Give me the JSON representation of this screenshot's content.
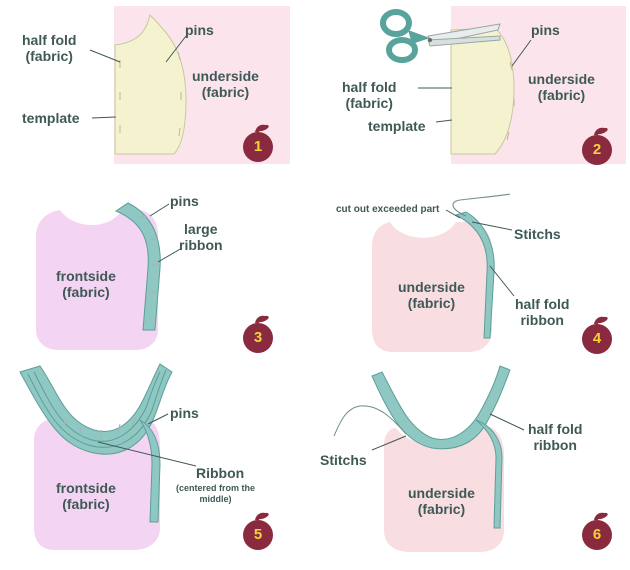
{
  "colors": {
    "label_text": "#3f5956",
    "pink_panel": "#fbe4ec",
    "template_fill": "#f5f3cf",
    "template_stroke": "#c9c7a0",
    "frontside_fill": "#f4d4f3",
    "underside_fill": "#f8dde1",
    "ribbon": "#8fc7c3",
    "ribbon_edge": "#5d9e99",
    "badge": "#8a2a3e",
    "badge_number": "#f6d23a"
  },
  "steps": [
    {
      "number": "1",
      "labels": {
        "half_fold": "half fold\n(fabric)",
        "pins": "pins",
        "underside": "underside\n(fabric)",
        "template": "template"
      }
    },
    {
      "number": "2",
      "icon": "scissors-icon",
      "labels": {
        "pins": "pins",
        "underside": "underside\n(fabric)",
        "half_fold": "half fold\n(fabric)",
        "template": "template"
      }
    },
    {
      "number": "3",
      "labels": {
        "pins": "pins",
        "large_ribbon": "large\nribbon",
        "frontside": "frontside\n(fabric)"
      }
    },
    {
      "number": "4",
      "labels": {
        "cut_out": "cut out exceeded part",
        "stitchs": "Stitchs",
        "underside": "underside\n(fabric)",
        "half_fold_ribbon": "half fold\nribbon"
      }
    },
    {
      "number": "5",
      "labels": {
        "pins": "pins",
        "frontside": "frontside\n(fabric)",
        "ribbon": "Ribbon",
        "ribbon_note": "(centered from the\nmiddle)"
      }
    },
    {
      "number": "6",
      "labels": {
        "stitchs": "Stitchs",
        "underside": "underside\n(fabric)",
        "half_fold_ribbon": "half fold\nribbon"
      }
    }
  ]
}
